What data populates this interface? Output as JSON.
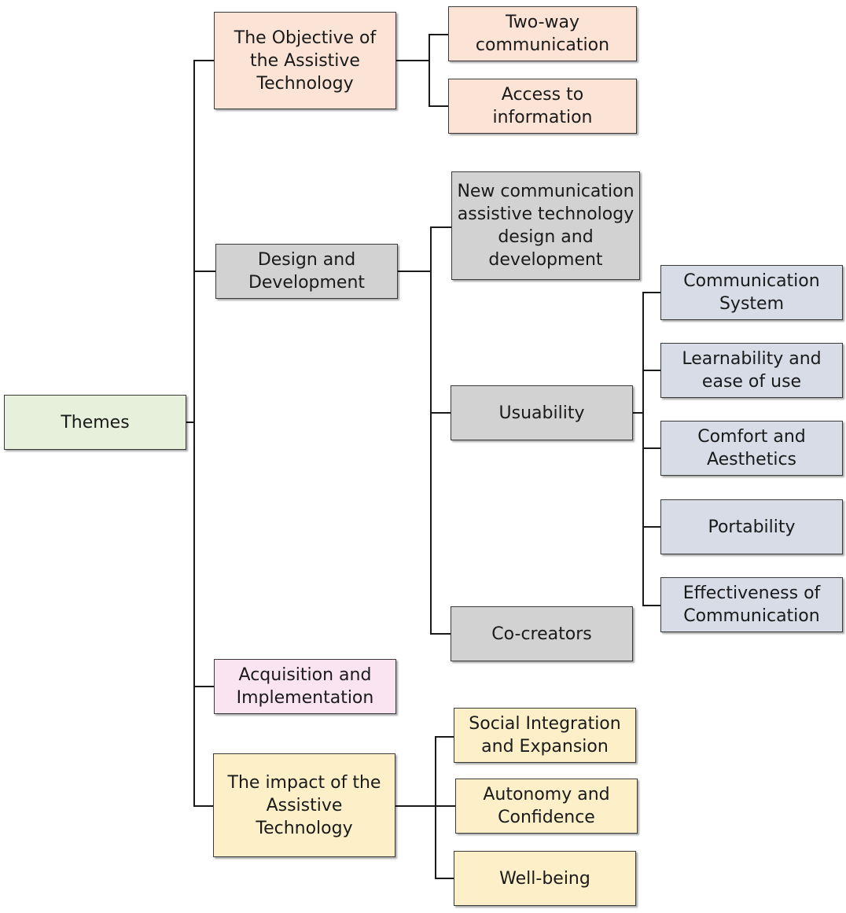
{
  "colors": {
    "root": "#e6f0da",
    "objective": "#fbe3d6",
    "design": "#d3d2d2",
    "usability_attr": "#d7dce6",
    "acquisition": "#fbe4f1",
    "impact": "#fdf0c9",
    "line": "#1a1a1a",
    "border": "#3a3a3a"
  },
  "nodes": {
    "themes": "Themes",
    "objective": "The Objective of\nthe Assistive\nTechnology",
    "two_way": "Two-way\ncommunication",
    "access": "Access to\ninformation",
    "design": "Design and\nDevelopment",
    "new_comm": "New communication\nassistive technology\ndesign and\ndevelopment",
    "usability": "Usuability",
    "co_creators": "Co-creators",
    "comm_system": "Communication\nSystem",
    "learnability": "Learnability and\nease of use",
    "comfort": "Comfort and\nAesthetics",
    "portability": "Portability",
    "effectiveness": "Effectiveness of\nCommunication",
    "acquisition": "Acquisition and\nImplementation",
    "impact": "The impact of the\nAssistive\nTechnology",
    "social": "Social Integration\nand Expansion",
    "autonomy": "Autonomy and\nConfidence",
    "wellbeing": "Well-being"
  }
}
